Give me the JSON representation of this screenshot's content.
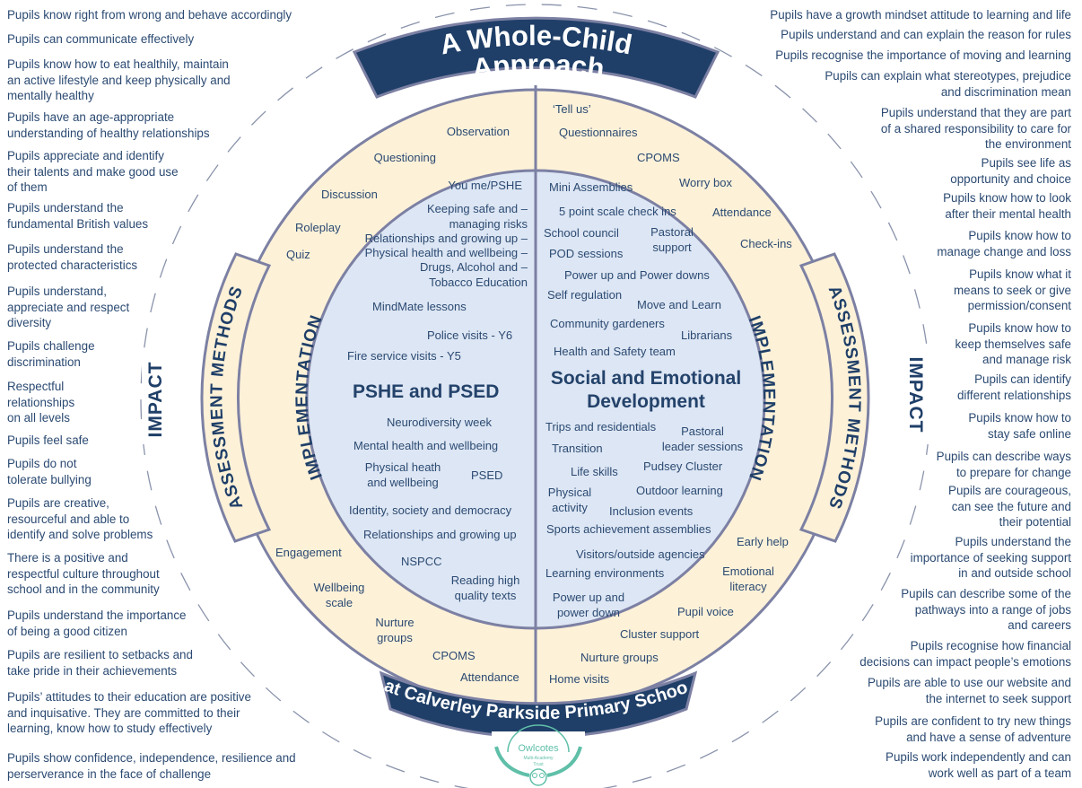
{
  "title": {
    "line1": "A Whole-Child",
    "line2": "Approach"
  },
  "footer_banner": "at Calverley Parkside Primary School",
  "logo": {
    "name": "Owlcotes",
    "sub1": "Multi-Academy",
    "sub2": "Trust",
    "icon": "owl-icon"
  },
  "ring_labels": {
    "impact": "IMPACT",
    "assessment": "ASSESSMENT METHODS",
    "implementation": "IMPLEMENTATION"
  },
  "colors": {
    "navy": "#1f3f68",
    "cream": "#fdf1d8",
    "blue_fill": "#dde6f4",
    "border": "#7c80a3",
    "text": "#2b4a72",
    "logo_teal": "#5fbfa8"
  },
  "impact_left": [
    "Pupils know right from wrong and behave accordingly",
    "Pupils can communicate effectively",
    "Pupils know how to eat healthily, maintain\nan active lifestyle and keep physically and\nmentally healthy",
    "Pupils have an age-appropriate\nunderstanding of healthy relationships",
    "Pupils appreciate and identify\ntheir talents and make good use\nof them",
    "Pupils understand the\nfundamental British values",
    "Pupils understand the\nprotected characteristics",
    "Pupils understand,\nappreciate and respect\ndiversity",
    "Pupils challenge\ndiscrimination",
    "Respectful\nrelationships\non all levels",
    "Pupils feel safe",
    "Pupils do not\ntolerate bullying",
    "Pupils are creative,\nresourceful and able to\nidentify and solve problems",
    "There is a positive and\nrespectful culture throughout\nschool and in the community",
    "Pupils understand the importance\nof being a good citizen",
    "Pupils are resilient to setbacks and\ntake pride in their achievements",
    "Pupils’ attitudes to their education are positive\nand inquisative. They are committed to their\nlearning, know how to study effectively",
    "Pupils show confidence, independence, resilience and\nperserverance in the face of challenge"
  ],
  "impact_right": [
    "Pupils have a growth mindset attitude to learning and life",
    "Pupils understand and can explain the reason for rules",
    "Pupils recognise the importance of moving and learning",
    "Pupils can explain what stereotypes, prejudice\nand discrimination mean",
    "Pupils understand that they are part\nof a shared responsibility to care for\nthe environment",
    "Pupils see life as\nopportunity and choice",
    "Pupils know how to look\nafter their mental health",
    "Pupils know how to\nmanage change and loss",
    "Pupils know what it\nmeans to seek or give\npermission/consent",
    "Pupils know how to\nkeep themselves safe\nand manage risk",
    "Pupils can identify\ndifferent relationships",
    "Pupils know how to\nstay safe online",
    "Pupils can describe ways\nto prepare for change",
    "Pupils are courageous,\ncan see the future and\ntheir potential",
    "Pupils understand the\nimportance of seeking support\nin and outside school",
    "Pupils can describe some of the\npathways into a range of jobs\nand careers",
    "Pupils recognise how financial\ndecisions can impact people’s emotions",
    "Pupils are able to use our website and\nthe internet to seek support",
    "Pupils are confident to try new things\nand have a sense of adventure",
    "Pupils work independently and can\nwork well as part of a team"
  ],
  "assessment_left": [
    "Observation",
    "Questioning",
    "Discussion",
    "Roleplay",
    "Quiz",
    "Engagement",
    "Wellbeing\nscale",
    "Nurture\ngroups",
    "CPOMS",
    "Attendance"
  ],
  "assessment_right": [
    "‘Tell us’",
    "Questionnaires",
    "CPOMS",
    "Worry box",
    "Attendance",
    "Check-ins",
    "Early help",
    "Emotional\nliteracy",
    "Pupil voice",
    "Cluster support",
    "Nurture groups",
    "Home visits"
  ],
  "pshe": {
    "heading": "PSHE and PSED",
    "items": [
      "You me/PSHE",
      "Keeping safe and –\nmanaging risks",
      "Relationships and growing up –",
      "Physical health and wellbeing –",
      "Drugs, Alcohol and –\nTobacco Education",
      "MindMate lessons",
      "Police visits - Y6",
      "Fire service visits - Y5",
      "Neurodiversity week",
      "Mental health and wellbeing",
      "Physical heath\nand wellbeing",
      "PSED",
      "Identity, society and democracy",
      "Relationships and growing up",
      "NSPCC",
      "Reading high\nquality texts"
    ]
  },
  "sed": {
    "heading": "Social and Emotional\nDevelopment",
    "items": [
      "Mini Assemblies",
      "5 point scale check ins",
      "School council",
      "Pastoral\nsupport",
      "POD sessions",
      "Power up and Power downs",
      "Self regulation",
      "Move and Learn",
      "Community gardeners",
      "Librarians",
      "Health and Safety team",
      "Trips and residentials",
      "Pastoral\nleader sessions",
      "Transition",
      "Pudsey Cluster",
      "Life skills",
      "Physical\nactivity",
      "Outdoor learning",
      "Inclusion events",
      "Sports achievement assemblies",
      "Visitors/outside agencies",
      "Learning environments",
      "Power up and\npower down"
    ]
  }
}
